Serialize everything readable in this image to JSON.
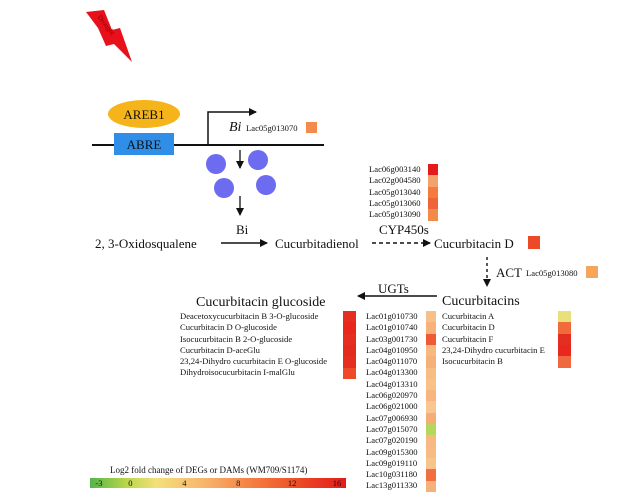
{
  "stress_label": "Drought",
  "transcription": {
    "factor": "AREB1",
    "element": "ABRE",
    "gene_symbol": "Bi",
    "gene_id": "Lac05g013070"
  },
  "pathway": {
    "substrate": "2, 3-Oxidosqualene",
    "enzyme_bi": "Bi",
    "intermediate": "Cucurbitadienol",
    "enzyme_cyp": "CYP450s",
    "product_d": "Cucurbitacin D",
    "enzyme_act": "ACT",
    "act_gene": "Lac05g013080",
    "cucurbitacins_title": "Cucurbitacins",
    "enzyme_ugt": "UGTs",
    "glucoside_title": "Cucurbitacin glucoside"
  },
  "cyp_genes": [
    "Lac06g003140",
    "Lac02g004580",
    "Lac05g013040",
    "Lac05g013060",
    "Lac05g013090"
  ],
  "cyp_colors": [
    "#e31b1b",
    "#f4a16a",
    "#f47a3e",
    "#f0643a",
    "#f48a4a"
  ],
  "bi_color": "#f58a4a",
  "cuc_d_color": "#ec4a26",
  "act_color": "#f7a55e",
  "ugt_genes": [
    "Lac01g010730",
    "Lac01g010740",
    "Lac03g001730",
    "Lac04g010950",
    "Lac04g011070",
    "Lac04g013300",
    "Lac04g013310",
    "Lac06g020970",
    "Lac06g021000",
    "Lac07g006930",
    "Lac07g015070",
    "Lac07g020190",
    "Lac09g015300",
    "Lac09g019110",
    "Lac10g031180",
    "Lac13g011330"
  ],
  "ugt_colors": [
    "#f7c08a",
    "#f6b27a",
    "#ef5a34",
    "#f7b97e",
    "#f6b07a",
    "#f7bd84",
    "#f7c188",
    "#f7b67e",
    "#f8c690",
    "#f6ad76",
    "#b6d85a",
    "#f7b981",
    "#f7bc83",
    "#f7c48c",
    "#f0703f",
    "#f6b07a"
  ],
  "cucurbitacins": [
    "Cucurbitacin A",
    "Cucurbitacin D",
    "Cucurbitacin F",
    "23,24-Dihydro cucurbitacin E",
    "Isocucurbitacin B"
  ],
  "cucurbitacin_colors": [
    "#e8e07a",
    "#f06a3c",
    "#e52e22",
    "#e8281e",
    "#f06840"
  ],
  "glucosides": [
    "Deacetoxycucurbitacin B 3-O-glucoside",
    "Cucurbitacin D O-glucoside",
    "Isocucurbitacin B 2-O-glucoside",
    "Cucurbitacin D-aceGlu",
    "23,24-Dihydro cucurbitacin E O-glucoside",
    "Dihydroisocucurbitacin I-malGlu"
  ],
  "glucoside_colors": [
    "#e52e22",
    "#e8281e",
    "#e52e22",
    "#e32a1e",
    "#e52e22",
    "#ee4a2a"
  ],
  "legend": {
    "title": "Log2 fold change of DEGs or DAMs (WM709/S1174)",
    "ticks": [
      "-3",
      "0",
      "4",
      "8",
      "12",
      "16"
    ]
  }
}
